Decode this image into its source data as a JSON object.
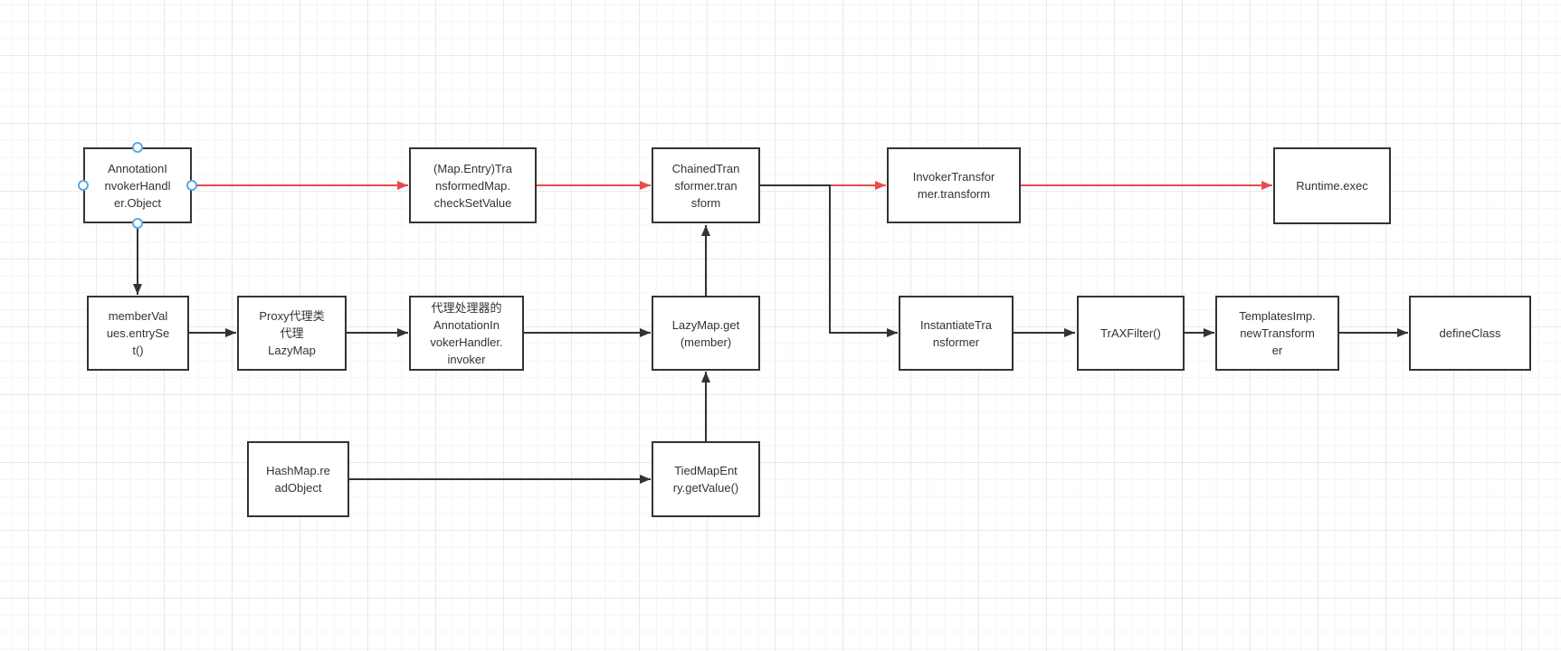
{
  "colors": {
    "edge_highlight": "#e84c4c",
    "edge_default": "#333333",
    "node_border": "#333333",
    "node_text": "#333333",
    "handle_blue": "#58a8e8",
    "grid_minor": "#f4f4f4",
    "grid_major": "#e9e9e9",
    "canvas_bg": "#ffffff"
  },
  "diagram": {
    "nodes": [
      {
        "id": "annotation-invoker-handler-object",
        "label": "AnnotationI\nnvokerHandl\ner.Object"
      },
      {
        "id": "transformedmap-checksetvalue",
        "label": "(Map.Entry)Tra\nnsformedMap.\ncheckSetValue"
      },
      {
        "id": "chainedtransformer-transform",
        "label": "ChainedTran\nsformer.tran\nsform"
      },
      {
        "id": "invokertransformer-transform",
        "label": "InvokerTransfor\nmer.transform"
      },
      {
        "id": "runtime-exec",
        "label": "Runtime.exec"
      },
      {
        "id": "membervalues-entryset",
        "label": "memberVal\nues.entrySe\nt()"
      },
      {
        "id": "proxy-lazymap",
        "label": "Proxy代理类\n代理\nLazyMap"
      },
      {
        "id": "proxy-handler-invoker",
        "label": "代理处理器的\nAnnotationIn\nvokerHandler.\ninvoker"
      },
      {
        "id": "lazymap-get-member",
        "label": "LazyMap.get\n(member)"
      },
      {
        "id": "instantiatetransformer",
        "label": "InstantiateTra\nnsformer"
      },
      {
        "id": "traxfilter",
        "label": "TrAXFilter()"
      },
      {
        "id": "templatesimp-newtransformer",
        "label": "TemplatesImp.\nnewTransform\ner"
      },
      {
        "id": "defineclass",
        "label": "defineClass"
      },
      {
        "id": "hashmap-readobject",
        "label": "HashMap.re\nadObject"
      },
      {
        "id": "tiedmapentry-getvalue",
        "label": "TiedMapEnt\nry.getValue()"
      }
    ],
    "edges": [
      {
        "from": "AnnotationInvokerHandler.Object",
        "to": "(Map.Entry)TransformedMap.checkSetValue",
        "color": "red"
      },
      {
        "from": "(Map.Entry)TransformedMap.checkSetValue",
        "to": "ChainedTransformer.transform",
        "color": "red"
      },
      {
        "from": "ChainedTransformer.transform",
        "to": "InvokerTransformer.transform",
        "color": "red"
      },
      {
        "from": "InvokerTransformer.transform",
        "to": "Runtime.exec",
        "color": "red"
      },
      {
        "from": "AnnotationInvokerHandler.Object",
        "to": "memberValues.entrySet()",
        "color": "black"
      },
      {
        "from": "memberValues.entrySet()",
        "to": "Proxy代理类代理LazyMap",
        "color": "black"
      },
      {
        "from": "Proxy代理类代理LazyMap",
        "to": "代理处理器的AnnotationInvokerHandler.invoker",
        "color": "black"
      },
      {
        "from": "代理处理器的AnnotationInvokerHandler.invoker",
        "to": "LazyMap.get(member)",
        "color": "black"
      },
      {
        "from": "LazyMap.get(member)",
        "to": "ChainedTransformer.transform",
        "color": "black"
      },
      {
        "from": "ChainedTransformer.transform",
        "to": "InstantiateTransformer",
        "color": "black"
      },
      {
        "from": "InstantiateTransformer",
        "to": "TrAXFilter()",
        "color": "black"
      },
      {
        "from": "TrAXFilter()",
        "to": "TemplatesImp.newTransformer",
        "color": "black"
      },
      {
        "from": "TemplatesImp.newTransformer",
        "to": "defineClass",
        "color": "black"
      },
      {
        "from": "HashMap.readObject",
        "to": "TiedMapEntry.getValue()",
        "color": "black"
      },
      {
        "from": "TiedMapEntry.getValue()",
        "to": "LazyMap.get(member)",
        "color": "black"
      }
    ]
  }
}
